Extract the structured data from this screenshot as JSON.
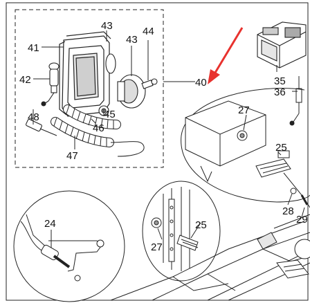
{
  "callouts": {
    "c24": "24",
    "c25a": "25",
    "c25b": "25",
    "c27a": "27",
    "c27b": "27",
    "c28": "28",
    "c29": "29",
    "c35": "35",
    "c36": "36",
    "c40": "40",
    "c41": "41",
    "c42": "42",
    "c43a": "43",
    "c43b": "43",
    "c44": "44",
    "c45": "45",
    "c46": "46",
    "c47": "47",
    "c48": "48"
  },
  "colors": {
    "line": "#222222",
    "arrow": "#e8322e",
    "background": "#ffffff"
  }
}
